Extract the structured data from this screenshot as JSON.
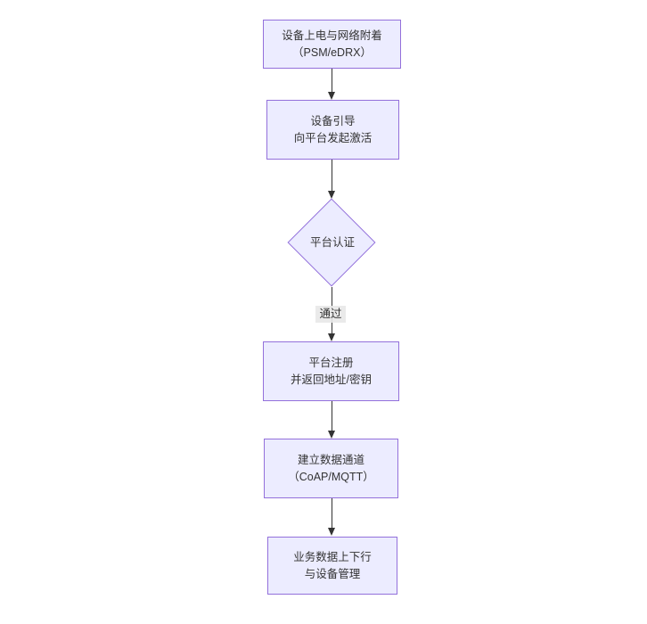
{
  "diagram": {
    "type": "flowchart",
    "direction": "top-down",
    "colors": {
      "background": "#ffffff",
      "node_fill": "#ECECFF",
      "node_border": "#9370DB",
      "text": "#333333",
      "arrow": "#333333",
      "edge_label_bg": "#e8e8e8"
    },
    "nodes": [
      {
        "id": "power-network-attach",
        "shape": "rect",
        "line1": "设备上电与网络附着",
        "line2": "（PSM/eDRX）"
      },
      {
        "id": "device-bootstrap",
        "shape": "rect",
        "line1": "设备引导",
        "line2": "向平台发起激活"
      },
      {
        "id": "platform-auth",
        "shape": "diamond",
        "line1": "平台认证",
        "line2": ""
      },
      {
        "id": "platform-register",
        "shape": "rect",
        "line1": "平台注册",
        "line2": "并返回地址/密钥"
      },
      {
        "id": "data-channel",
        "shape": "rect",
        "line1": "建立数据通道",
        "line2": "（CoAP/MQTT）"
      },
      {
        "id": "business-data",
        "shape": "rect",
        "line1": "业务数据上下行",
        "line2": "与设备管理"
      }
    ],
    "edges": [
      {
        "from": "power-network-attach",
        "to": "device-bootstrap",
        "label": ""
      },
      {
        "from": "device-bootstrap",
        "to": "platform-auth",
        "label": ""
      },
      {
        "from": "platform-auth",
        "to": "platform-register",
        "label": "通过"
      },
      {
        "from": "platform-register",
        "to": "data-channel",
        "label": ""
      },
      {
        "from": "data-channel",
        "to": "business-data",
        "label": ""
      }
    ]
  }
}
